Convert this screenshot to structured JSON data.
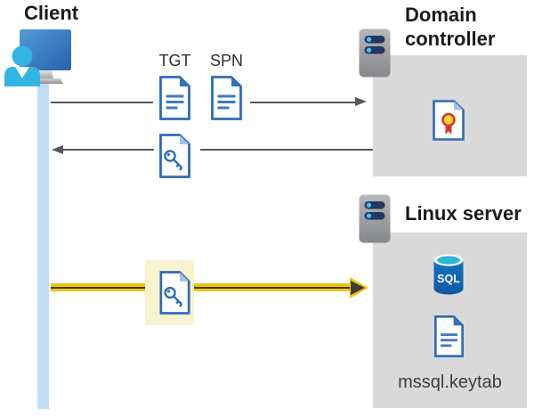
{
  "labels": {
    "client": "Client",
    "domain_controller": "Domain controller",
    "linux_server": "Linux server",
    "tgt": "TGT",
    "spn": "SPN",
    "sql": "SQL",
    "keytab": "mssql.keytab"
  },
  "colors": {
    "doc_border_blue": "#2e6cb8",
    "doc_fold_blue": "#2e75b6",
    "doc_fold_light_blue": "#9fc0e5",
    "doc_line_blue": "#3d7cc0",
    "box_gray": "#d9d9d9",
    "lifeline_blue": "#c3dcf8",
    "arrow_gray": "#56575a",
    "arrow_yellow": "#f5c400",
    "arrow_core_dark": "#3c3c3c",
    "highlight_cream": "#faf3cf",
    "person_cyan": "#31b5e5",
    "monitor_blue_light": "#4f9bd8",
    "monitor_blue_dark": "#2a61ab",
    "server_gray_light": "#b6b8ba",
    "server_gray_dark": "#85878a",
    "server_pill_navy": "#1f3864",
    "server_dot_cyan": "#49c3ec",
    "certificate_red": "#cf3b2e",
    "certificate_yellow": "#ffd23b",
    "sql_body_blue": "#1268b3",
    "sql_top_cyan": "#2fb3dd"
  },
  "icons": {
    "client": "workstation-user-icon",
    "domain_controller": "server-icon",
    "linux_server": "server-icon",
    "tgt": "text-document-icon",
    "spn": "text-document-icon",
    "service_ticket": "key-document-icon",
    "keytab_file": "text-document-icon",
    "certificate": "certificate-document-icon",
    "sql": "sql-database-icon"
  }
}
